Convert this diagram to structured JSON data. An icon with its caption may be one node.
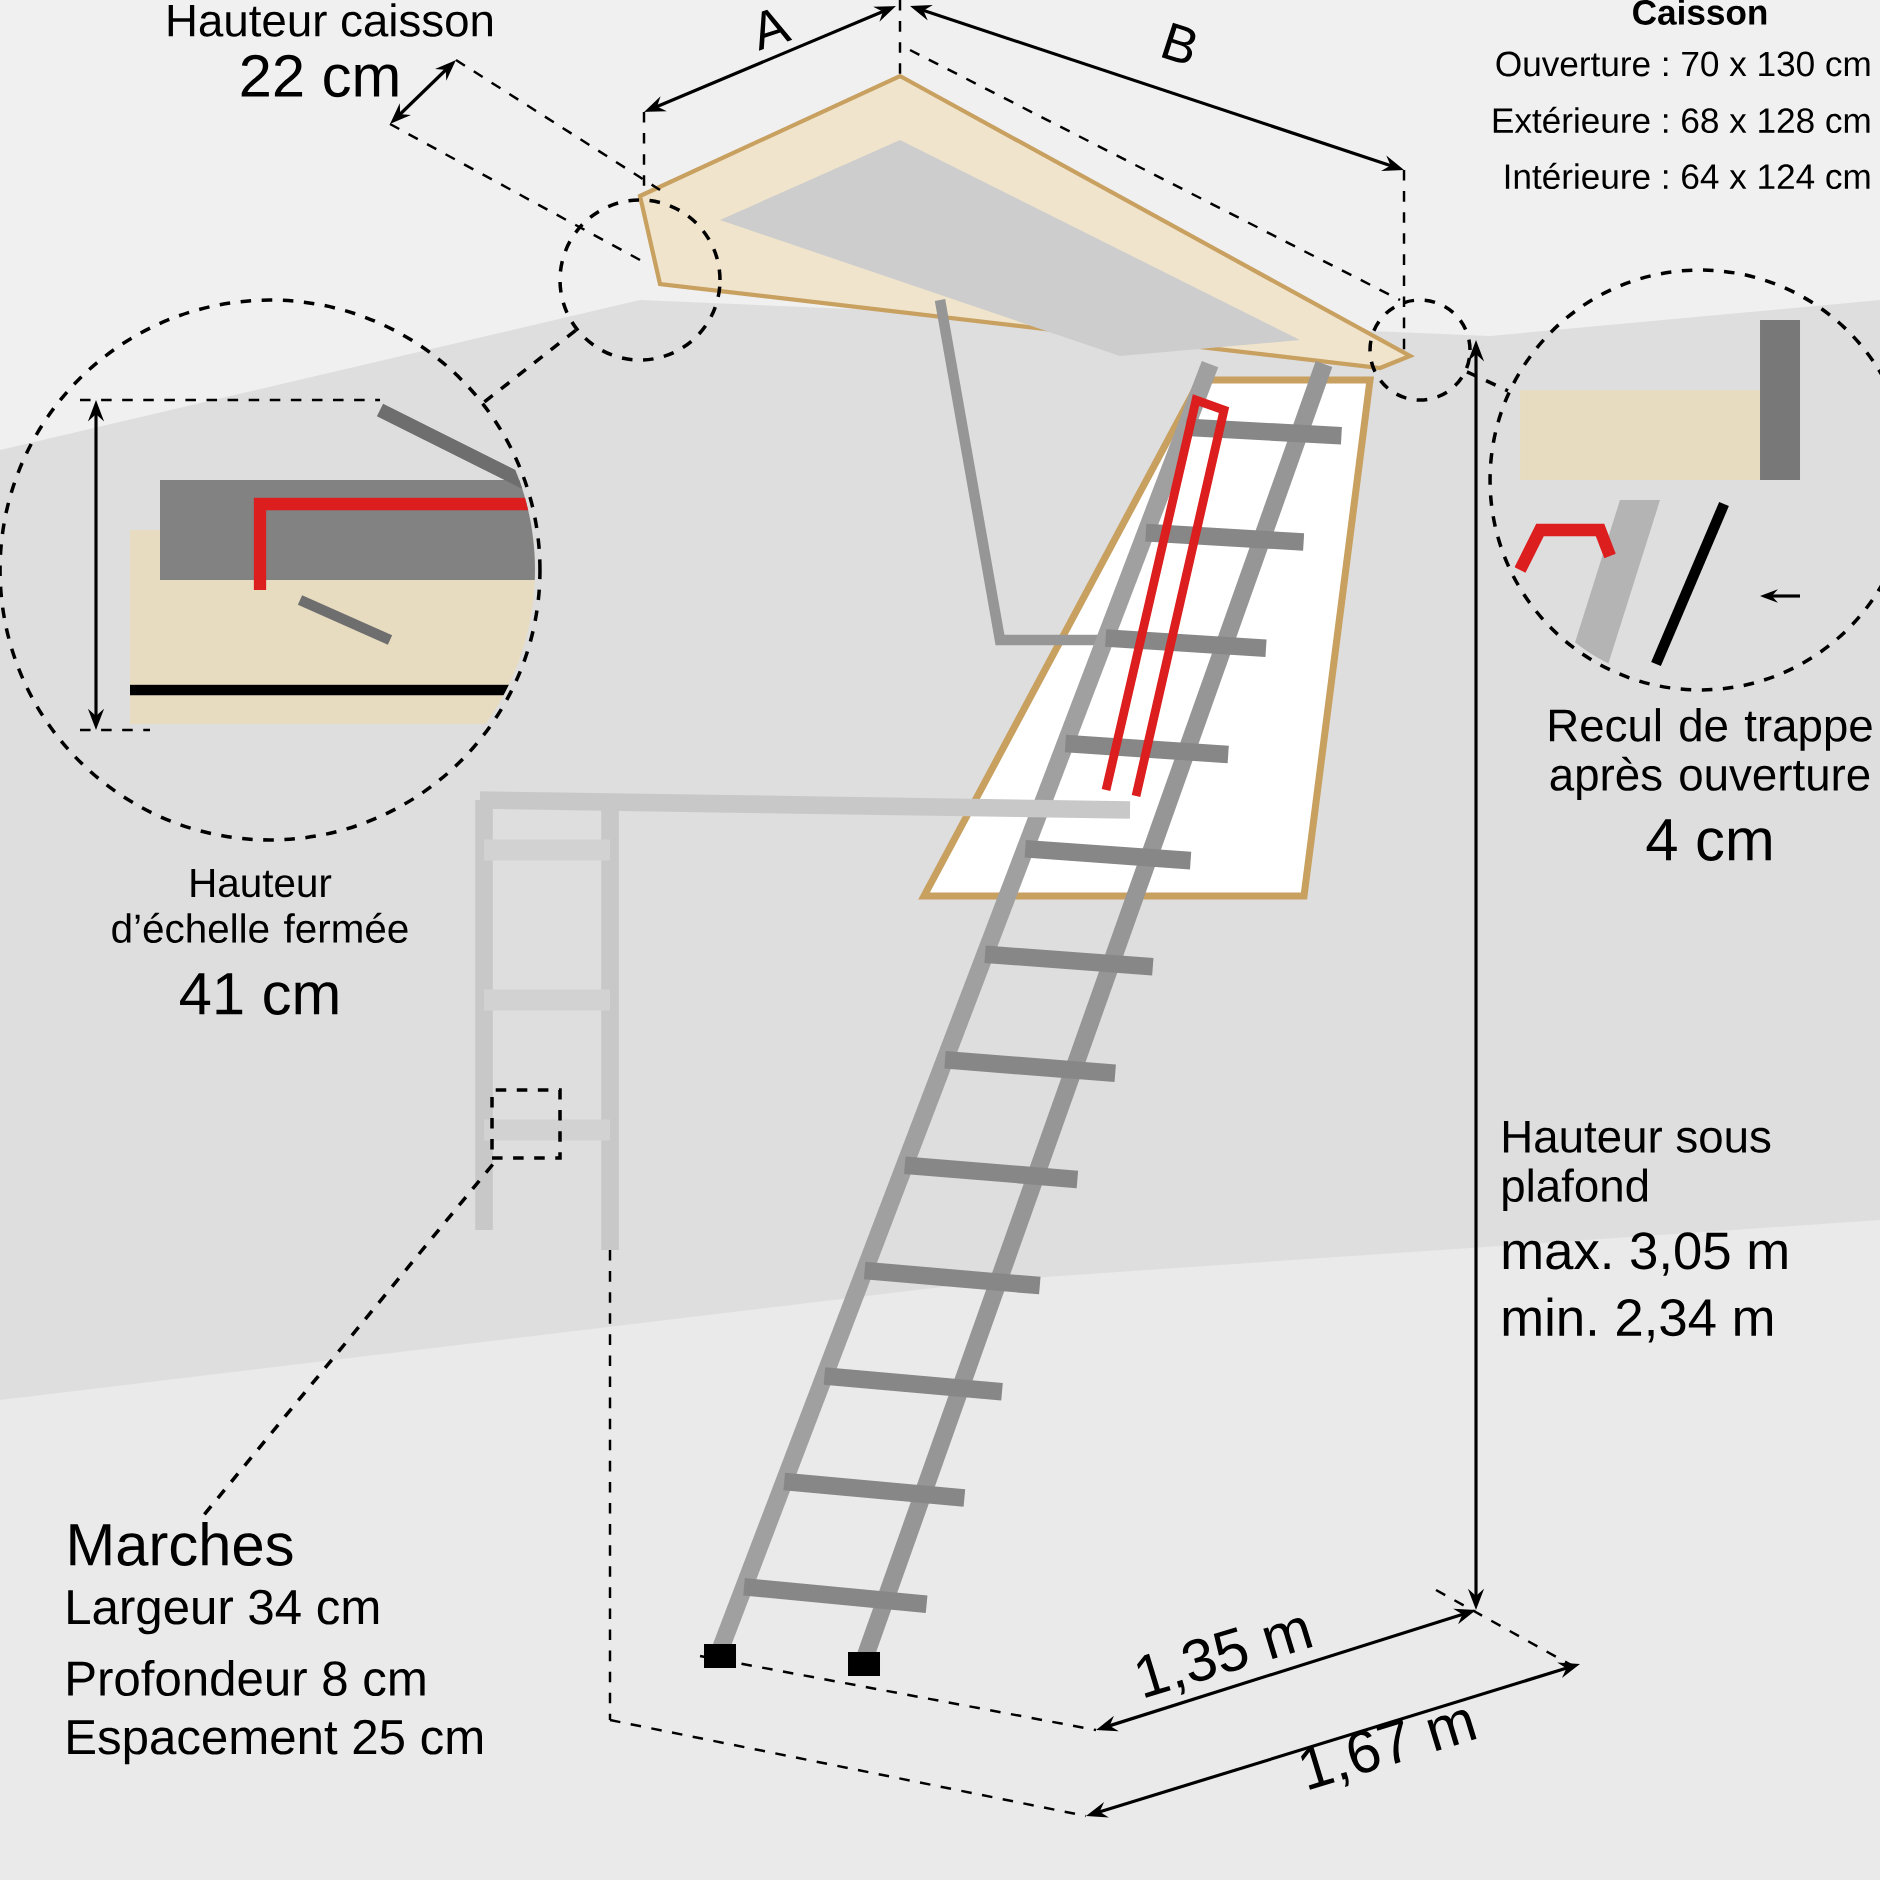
{
  "diagram": {
    "nodes": [
      {
        "text": [],
        "shape": "circle"
      },
      {
        "text": [],
        "shape": "circle"
      },
      {
        "text": [],
        "shape": "circle"
      },
      {
        "text": [],
        "shape": "circle"
      },
      {
        "text": [
          "Marches"
        ]
      },
      {
        "text": [],
        "shape": "box"
      }
    ],
    "edges": [
      {
        "from": 1,
        "to": 0,
        "arrow": "none",
        "style": "dashed"
      },
      {
        "from": 3,
        "to": 2,
        "arrow": "none",
        "style": "dashed"
      },
      {
        "from": 4,
        "to": 5,
        "arrow": "none",
        "style": "dashed"
      }
    ],
    "labels": [
      "Hauteur caisson",
      "22 cm",
      "A",
      "B",
      "Caisson",
      "Ouverture : 70 x 130 cm",
      "Extérieure : 68 x 128 cm",
      "Intérieure : 64 x 124 cm",
      "Hauteur d’échelle fermée",
      "41 cm",
      "Recul de trappe après ouverture",
      "4 cm",
      "Hauteur sous plafond",
      "max. 3,05 m",
      "min. 2,34 m",
      "Largeur 34 cm",
      "Profondeur 8 cm",
      "Espacement 25 cm",
      "1,35 m",
      "1,67 m"
    ]
  }
}
